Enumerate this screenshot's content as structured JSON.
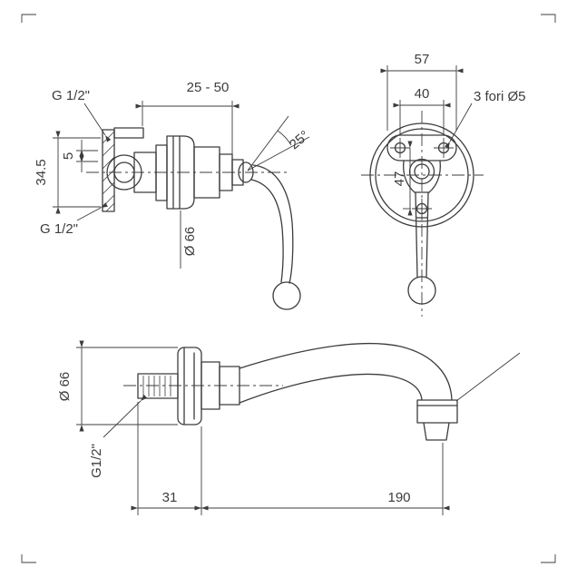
{
  "meta": {
    "title": "Faucet technical dimension drawing",
    "background": "#ffffff",
    "line_color": "#3c3c3c"
  },
  "valve_side": {
    "dim_depth_range": "25 - 50",
    "thread_top_label": "G 1/2\"",
    "dim_plate_height": "34.5",
    "dim_offset": "5",
    "thread_bottom_label": "G 1/2\"",
    "dim_escutcheon_diameter": "Ø 66",
    "dim_handle_angle": "25°"
  },
  "valve_front": {
    "dim_plate_width": "57",
    "dim_hole_spacing_h": "40",
    "holes_note": "3 fori Ø5",
    "dim_hole_spacing_v": "47"
  },
  "spout_side": {
    "dim_flange_diameter": "Ø 66",
    "thread_label": "G1/2\"",
    "dim_wall_offset": "31",
    "dim_reach": "190"
  }
}
